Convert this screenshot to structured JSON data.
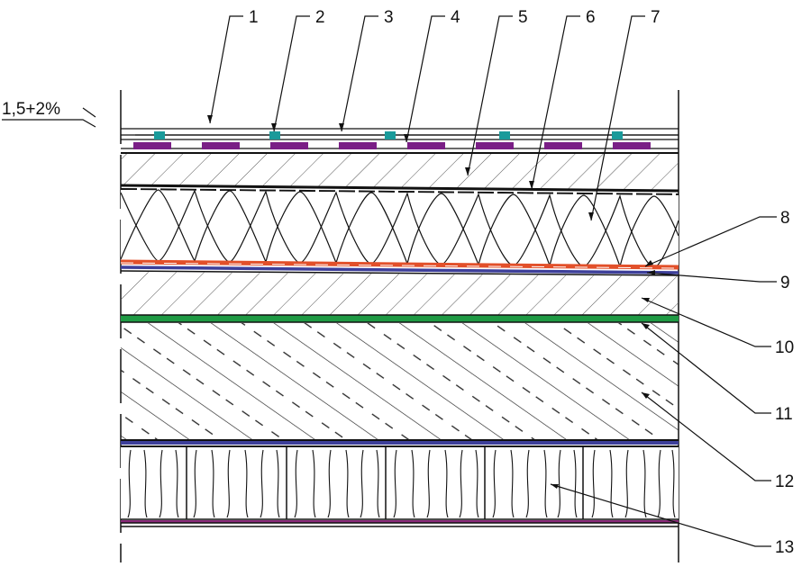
{
  "slope": {
    "label": "1,5+2%"
  },
  "callouts": [
    {
      "id": "1",
      "label": "1"
    },
    {
      "id": "2",
      "label": "2"
    },
    {
      "id": "3",
      "label": "3"
    },
    {
      "id": "4",
      "label": "4"
    },
    {
      "id": "5",
      "label": "5"
    },
    {
      "id": "6",
      "label": "6"
    },
    {
      "id": "7",
      "label": "7"
    },
    {
      "id": "8",
      "label": "8"
    },
    {
      "id": "9",
      "label": "9"
    },
    {
      "id": "10",
      "label": "10"
    },
    {
      "id": "11",
      "label": "11"
    },
    {
      "id": "12",
      "label": "12"
    },
    {
      "id": "13",
      "label": "13"
    }
  ],
  "colors": {
    "teal_joint": "#1a9a9a",
    "purple_strip": "#7a1f86",
    "orange_membrane": "#e2502a",
    "blue_membrane": "#3d3f9a",
    "green_membrane": "#1f9a44",
    "bottom_purple": "#8a2a7a",
    "line": "#111111"
  }
}
